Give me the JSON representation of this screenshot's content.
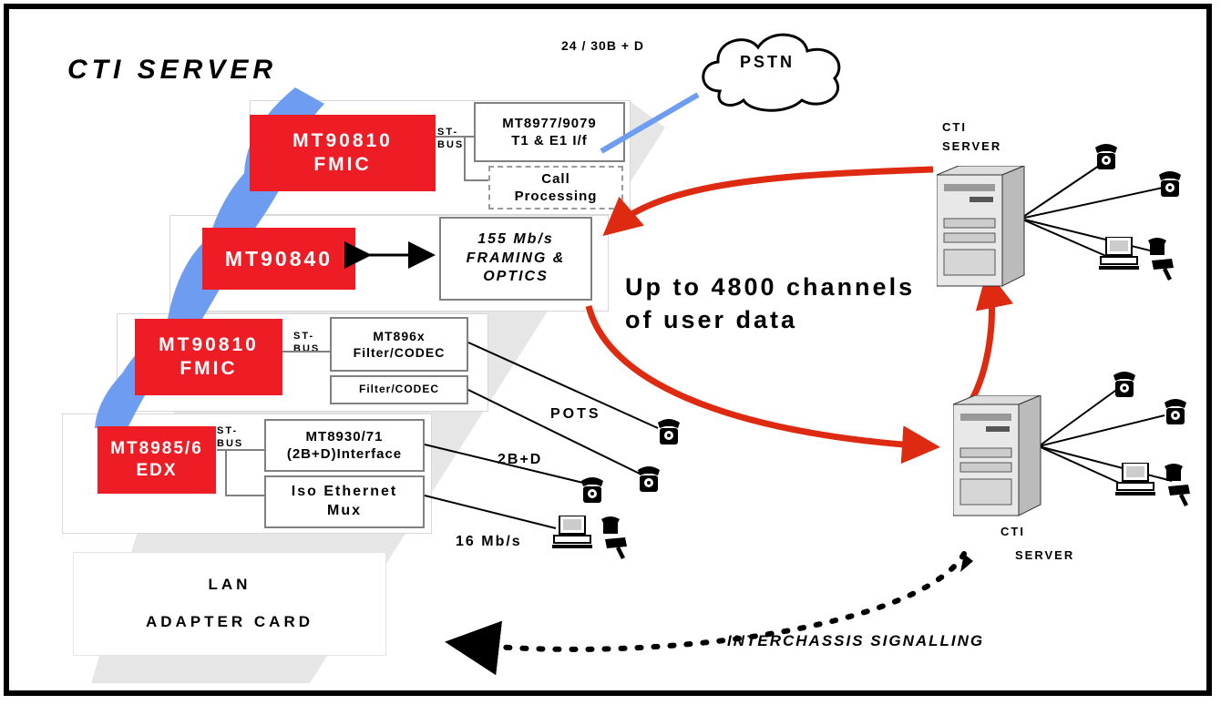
{
  "title": "CTI SERVER",
  "pstn": {
    "label": "PSTN",
    "link_label": "24 / 30B + D"
  },
  "card1": {
    "chip_line1": "MT90810",
    "chip_line2": "FMIC",
    "st_bus": "ST-\nBUS",
    "iface": "MT8977/9079\nT1 & E1 I/f",
    "call": "Call\nProcessing"
  },
  "card2": {
    "chip": "MT90840",
    "framing": "155 Mb/s\nFRAMING &\nOPTICS"
  },
  "card3": {
    "chip_line1": "MT90810",
    "chip_line2": "FMIC",
    "st_bus": "ST-\nBUS",
    "codec1": "MT896x\nFilter/CODEC",
    "codec2": "Filter/CODEC"
  },
  "card4": {
    "chip_line1": "MT8985/6",
    "chip_line2": "EDX",
    "st_bus": "ST-\nBUS",
    "iface": "MT8930/71\n(2B+D)Interface",
    "iso": "Iso Ethernet\nMux"
  },
  "lan": {
    "line1": "LAN",
    "line2": "ADAPTER CARD"
  },
  "labels": {
    "pots": "POTS",
    "isdn": "2B+D",
    "speed": "16 Mb/s",
    "channels_line1": "Up to 4800 channels",
    "channels_line2": "of user data",
    "interchassis": "INTERCHASSIS SIGNALLING",
    "server_top": "CTI\nSERVER",
    "server_bottom_line1": "CTI",
    "server_bottom_line2": "SERVER"
  },
  "colors": {
    "chip_red": "#ee1c25",
    "arrow_red": "#dd2a10",
    "cable_blue": "#6e9cf0",
    "shadow_gray": "#e6e6e6"
  }
}
